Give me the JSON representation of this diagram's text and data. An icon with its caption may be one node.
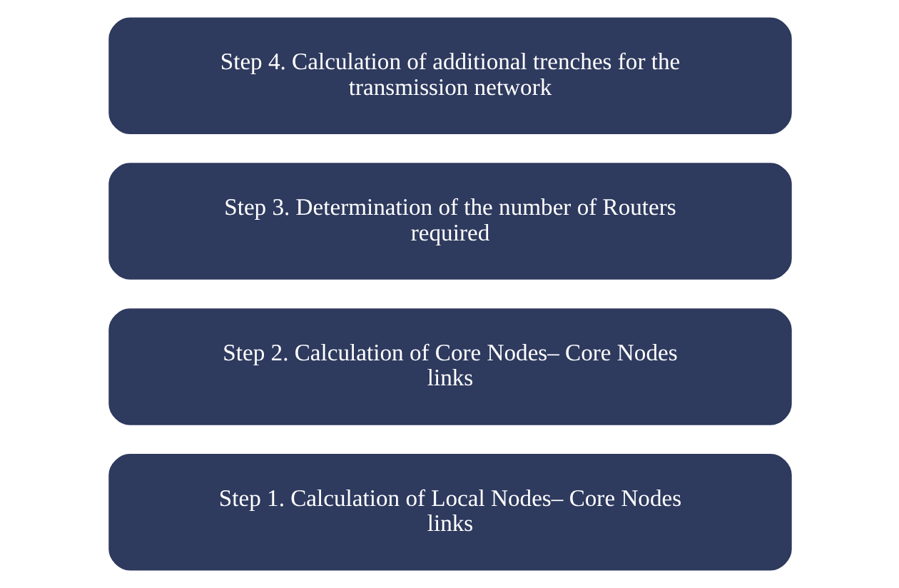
{
  "diagram": {
    "nodes": [
      {
        "text": [
          "Step 1. Calculation of Local Nodes– Core Nodes links"
        ]
      },
      {
        "text": [
          "Step 2. Calculation of Core Nodes– Core Nodes links"
        ]
      },
      {
        "text": [
          "Step 3. Determination of the number of Routers required"
        ]
      },
      {
        "text": [
          "Step 4. Calculation of additional trenches for the transmission network"
        ]
      }
    ]
  }
}
